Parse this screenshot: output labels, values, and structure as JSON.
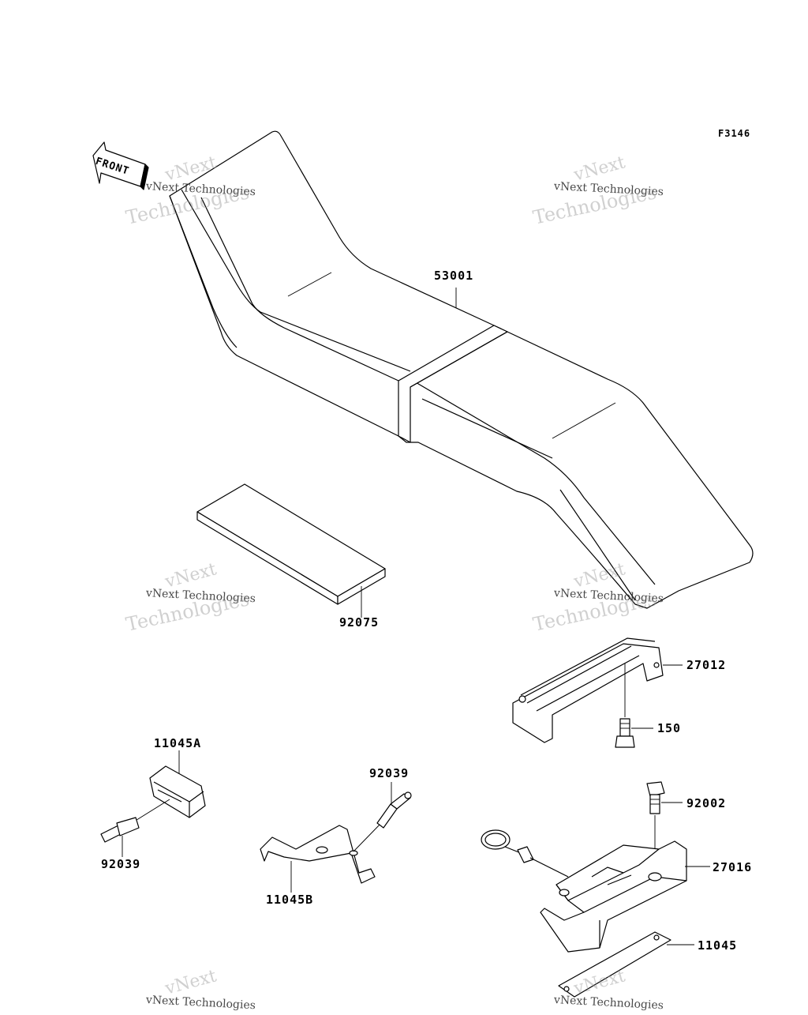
{
  "figure_code": "F3146",
  "front_arrow_label": "FRONT",
  "watermark": {
    "line_a": "vNext",
    "line_b": "vNext Technologies",
    "line_c": "Technologies"
  },
  "callouts": {
    "seat": "53001",
    "pad": "92075",
    "bracket_upper": "27012",
    "bolt_150": "150",
    "rubber": "11045A",
    "pin_left": "92039",
    "pin_right": "92039",
    "bracket_b": "11045B",
    "bolt_92002": "92002",
    "lock_bracket": "27016",
    "plate": "11045"
  }
}
